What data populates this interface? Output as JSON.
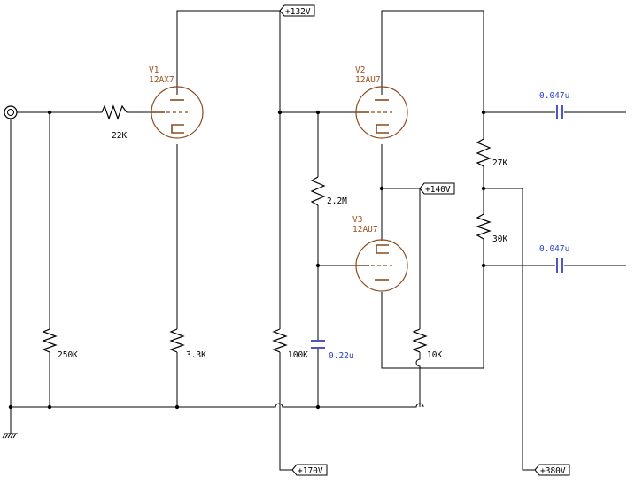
{
  "tubes": {
    "v1": {
      "ref": "V1",
      "type": "12AX7"
    },
    "v2": {
      "ref": "V2",
      "type": "12AU7"
    },
    "v3": {
      "ref": "V3",
      "type": "12AU7"
    }
  },
  "resistors": {
    "r_in": "22K",
    "r_grid": "250K",
    "r_cath": "3.3K",
    "r_mid": "100K",
    "r_bias": "2.2M",
    "r_tail": "10K",
    "r_pl1": "27K",
    "r_pl2": "30K"
  },
  "capacitors": {
    "c_bypass": "0.22u",
    "c_out1": "0.047u",
    "c_out2": "0.047u"
  },
  "voltages": {
    "v132": "+132V",
    "v140": "+140V",
    "v170": "+170V",
    "v380": "+380V"
  }
}
